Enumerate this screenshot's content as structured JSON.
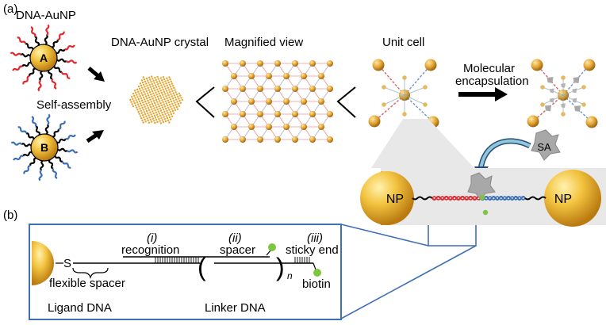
{
  "panel_a": {
    "label": "(a)",
    "dna_aunp": "DNA-AuNP",
    "particle_a": "A",
    "particle_b": "B",
    "self_assembly": "Self-assembly",
    "crystal": "DNA-AuNP crystal",
    "magnified": "Magnified view",
    "unit_cell": "Unit cell",
    "molecular_1": "Molecular",
    "molecular_2": "encapsulation",
    "sa": "SA",
    "np_left": "NP",
    "np_right": "NP"
  },
  "panel_b": {
    "label": "(b)",
    "s": "S",
    "i": "(i)",
    "recognition": "recognition",
    "ii": "(ii)",
    "spacer": "spacer",
    "iii": "(iii)",
    "sticky_end": "sticky end",
    "n": "n",
    "flexible_spacer": "flexible spacer",
    "biotin": "biotin",
    "ligand_dna": "Ligand DNA",
    "linker_dna": "Linker DNA"
  },
  "colors": {
    "gold": "#E8A923",
    "red_strand": "#E0262B",
    "blue_strand": "#3B6DB5",
    "box_border": "#3F6FB6",
    "biotin_green": "#7DC63F",
    "sa_gray": "#A8A8A8"
  }
}
